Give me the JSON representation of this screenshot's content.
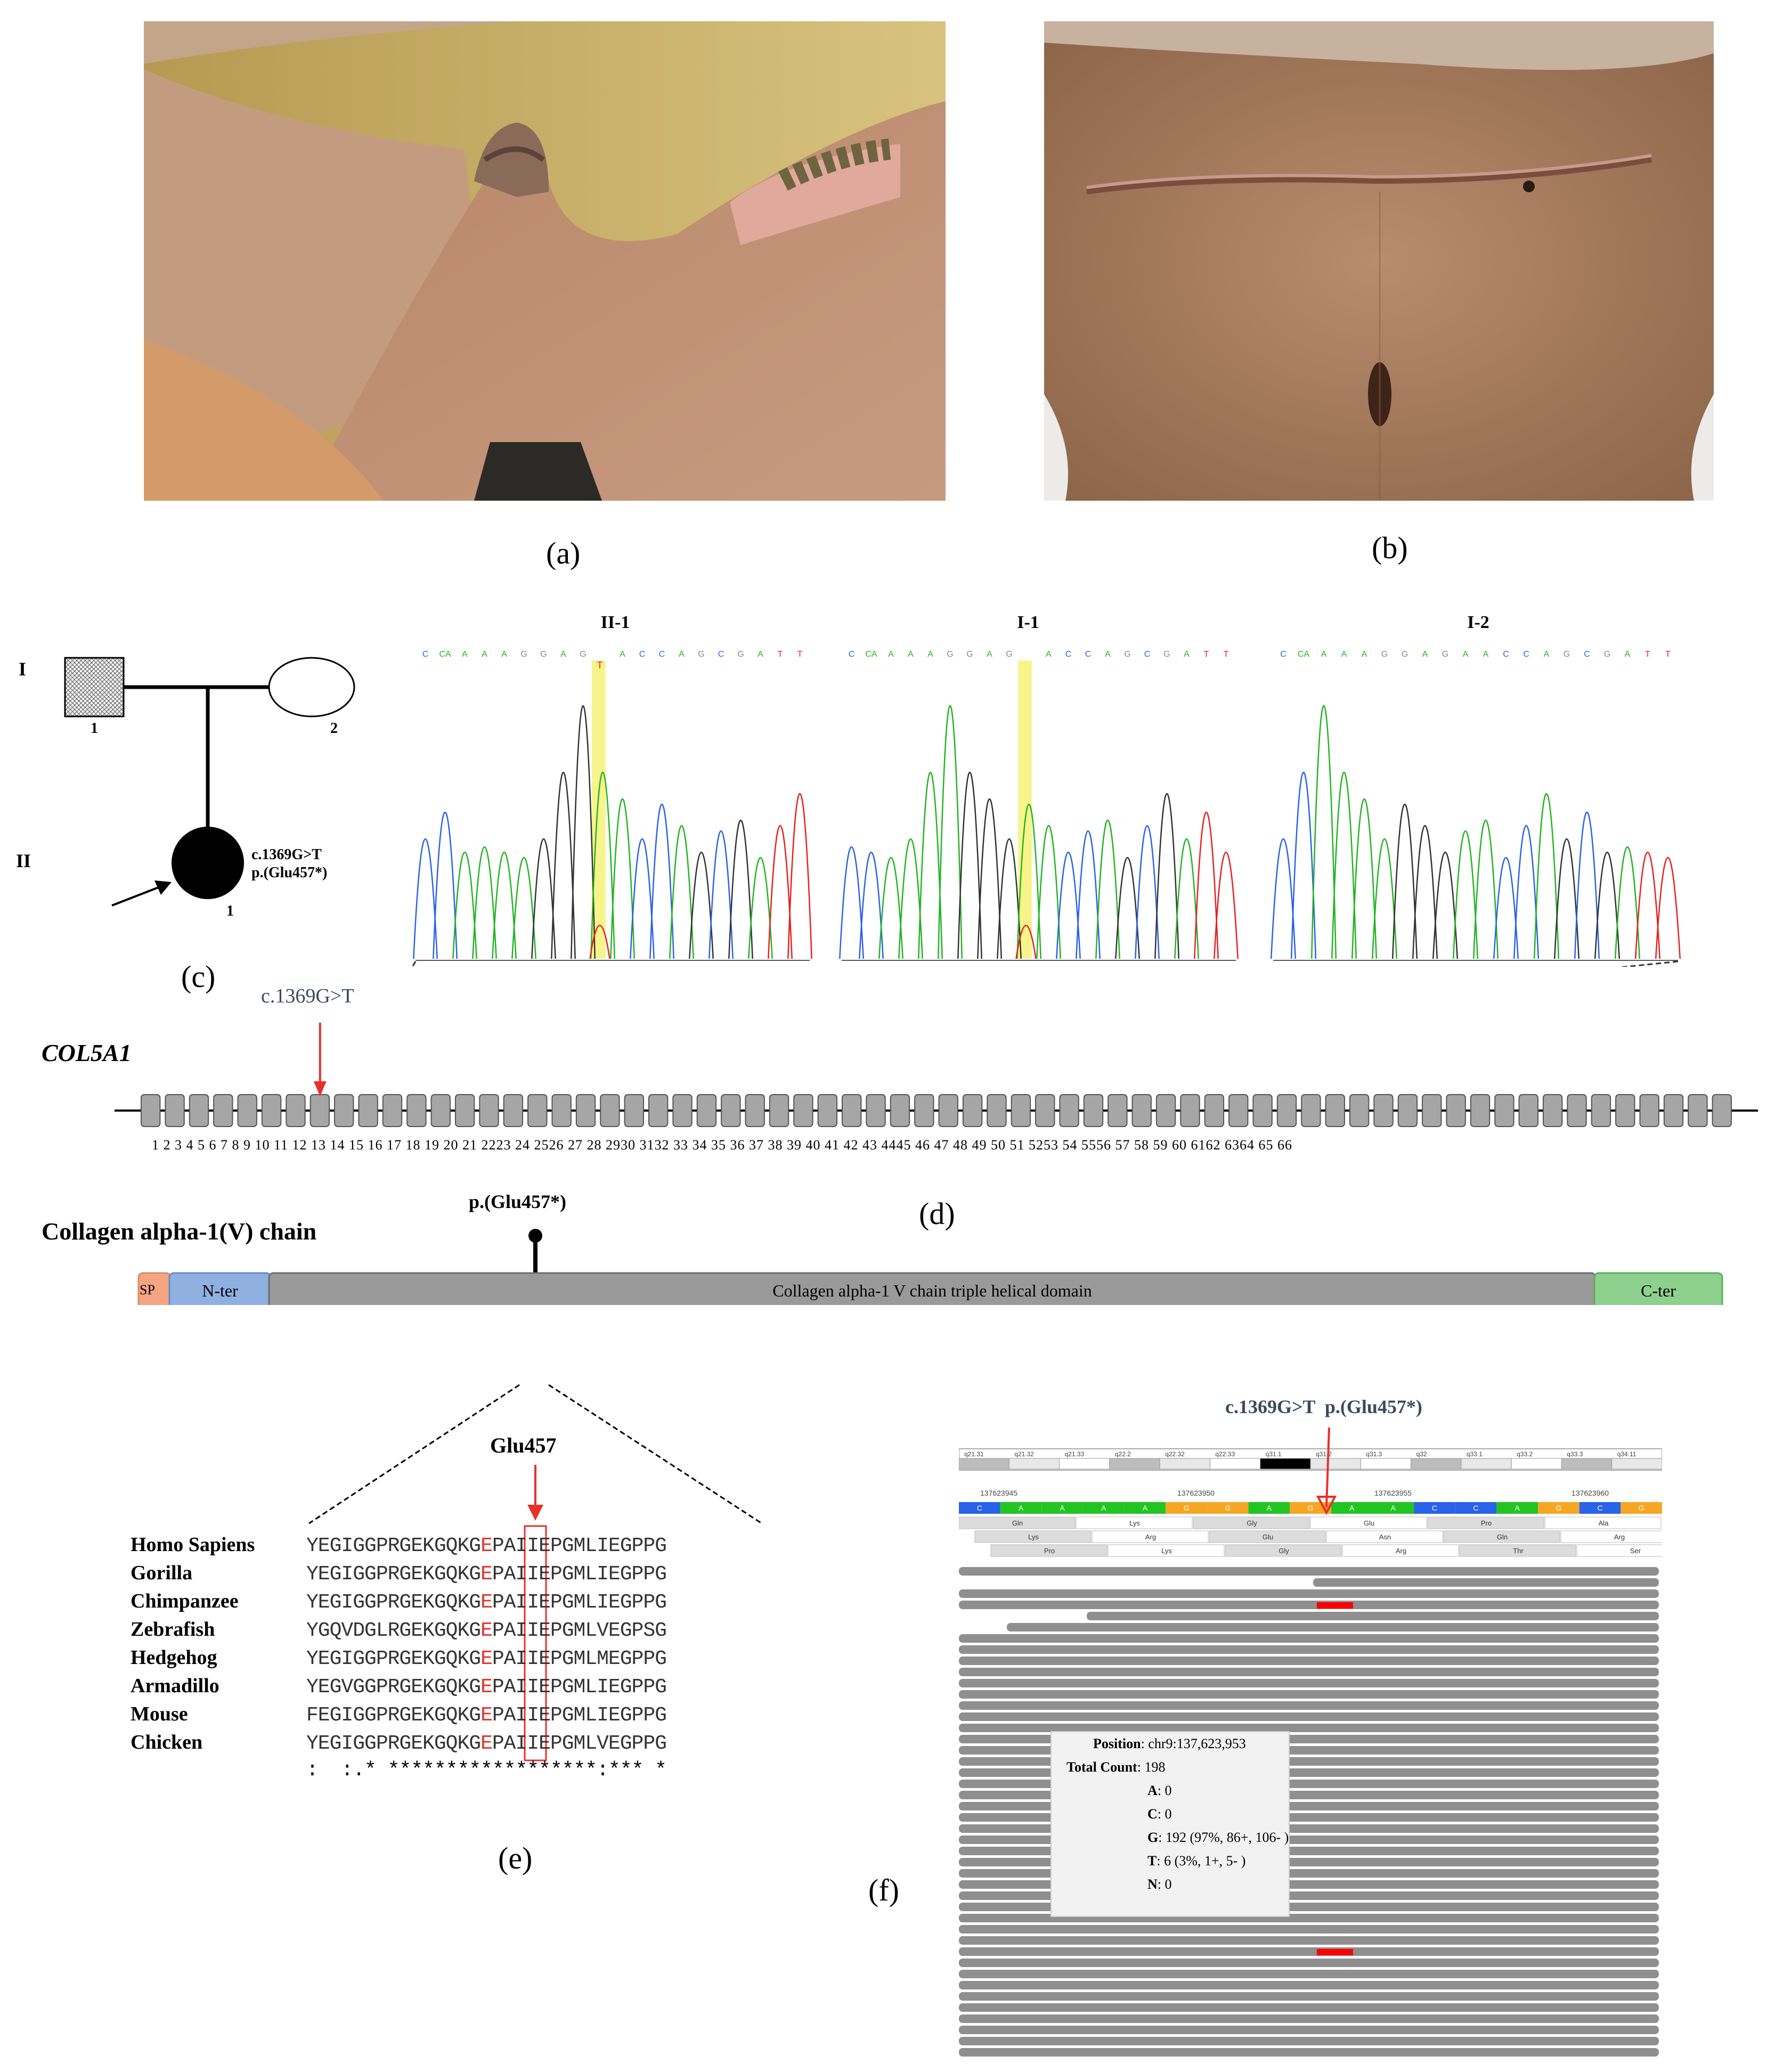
{
  "panels": {
    "a": "(a)",
    "b": "(b)",
    "c": "(c)",
    "d": "(d)",
    "e": "(e)",
    "f": "(f)"
  },
  "pedigree": {
    "gen_I": "I",
    "gen_II": "II",
    "I1": "1",
    "I2": "2",
    "II1": "1",
    "variant_c": "c.1369G>T",
    "variant_p": "p.(Glu457*)"
  },
  "chromatograms": {
    "titles": [
      "II-1",
      "I-1",
      "I-2"
    ],
    "sequences": [
      [
        "C",
        "CA",
        "A",
        "A",
        "A",
        "G",
        "G",
        "A",
        "G",
        "",
        "A",
        "C",
        "C",
        "A",
        "G",
        "C",
        "G",
        "A",
        "T",
        "T"
      ],
      [
        "C",
        "CA",
        "A",
        "A",
        "A",
        "G",
        "G",
        "A",
        "G",
        "",
        "A",
        "C",
        "C",
        "A",
        "G",
        "C",
        "G",
        "A",
        "T",
        "T"
      ],
      [
        "C",
        "CA",
        "A",
        "A",
        "A",
        "G",
        "G",
        "A",
        "G",
        "A",
        "A",
        "C",
        "C",
        "A",
        "G",
        "C",
        "G",
        "A",
        "T",
        "T"
      ]
    ],
    "het_base": "T"
  },
  "gene": {
    "name": "COL5A1",
    "variant": "c.1369G>T",
    "exon_label_text": "1 2 3 4 5 6 7 8 9 10 11 12 13 14 15 16 17 18 19 20 21 2223 24 2526 27 28 2930 3132 33 34 35 36 37 38 39 40 41 42 43 4445 46 47 48 49 50 51 5253 54 5556 57 58 59 60 6162 6364 65 66"
  },
  "protein": {
    "name": "Collagen alpha-1(V) chain",
    "variant": "p.(Glu457*)",
    "domains": {
      "sp": "SP",
      "nter": "N-ter",
      "triple": "Collagen alpha-1 V chain triple helical domain",
      "cter": "C-ter"
    }
  },
  "alignment": {
    "highlight_label": "Glu457",
    "rows": [
      {
        "species": "Homo Sapiens",
        "pre": "YEGIGGPRGEKGQKG",
        "hl": "E",
        "post": "PAIIEPGMLIEGPPG"
      },
      {
        "species": "Gorilla",
        "pre": "YEGIGGPRGEKGQKG",
        "hl": "E",
        "post": "PAIIEPGMLIEGPPG"
      },
      {
        "species": "Chimpanzee",
        "pre": "YEGIGGPRGEKGQKG",
        "hl": "E",
        "post": "PAIIEPGMLIEGPPG"
      },
      {
        "species": "Zebrafish",
        "pre": "YGQVDGLRGEKGQKG",
        "hl": "E",
        "post": "PAIIEPGMLVEGPSG"
      },
      {
        "species": "Hedgehog",
        "pre": "YEGIGGPRGEKGQKG",
        "hl": "E",
        "post": "PAIIEPGMLMEGPPG"
      },
      {
        "species": "Armadillo",
        "pre": "YEGVGGPRGEKGQKG",
        "hl": "E",
        "post": "PAIIEPGMLIEGPPG"
      },
      {
        "species": "Mouse",
        "pre": "FEGIGGPRGEKGQKG",
        "hl": "E",
        "post": "PAIIEPGMLIEGPPG"
      },
      {
        "species": "Chicken",
        "pre": "YEGIGGPRGEKGQKG",
        "hl": "E",
        "post": "PAIIEPGMLVEGPPG"
      }
    ],
    "consensus": ":  :.* ******************:*** *"
  },
  "igv": {
    "header": "c.1369G>T  p.(Glu457*)",
    "bands": [
      "q21.31",
      "q21.32",
      "q21.33",
      "q22.2",
      "q22.32",
      "q22.33",
      "q31.1",
      "q31.2",
      "q31.3",
      "q32",
      "q33.1",
      "q33.2",
      "q33.3",
      "q34.11"
    ],
    "ruler": [
      "137623945",
      "137623950",
      "137623955",
      "137623960"
    ],
    "bases": [
      "C",
      "A",
      "A",
      "A",
      "A",
      "G",
      "G",
      "A",
      "G",
      "A",
      "A",
      "C",
      "C",
      "A",
      "G",
      "C",
      "G"
    ],
    "frame1": [
      "Gln",
      "Lys",
      "Gly",
      "Glu",
      "Pro",
      "Ala"
    ],
    "frame2": [
      "Lys",
      "Arg",
      "Glu",
      "Asn",
      "Gln",
      "Arg"
    ],
    "frame3": [
      "Pro",
      "Lys",
      "Gly",
      "Arg",
      "Thr",
      "Ser"
    ],
    "tooltip": {
      "position_label": "Position",
      "position": "chr9:137,623,953",
      "total_label": "Total Count",
      "total": "198",
      "A_label": "A",
      "A": "0",
      "C_label": "C",
      "C": "0",
      "G_label": "G",
      "G": "192 (97%, 86+, 106- )",
      "T_label": "T",
      "T": "6 (3%, 1+, 5- )",
      "N_label": "N",
      "N": "0"
    }
  },
  "colors": {
    "variant_red": "#e8302a",
    "highlight_yellow": "#f7f48c",
    "sp": "#f4a582",
    "nter": "#8fb0e0",
    "triple": "#9a9a9a",
    "cter": "#8ed08e",
    "A": "#22c422",
    "C": "#2a62e8",
    "G": "#f5a623",
    "T": "#e82020"
  }
}
